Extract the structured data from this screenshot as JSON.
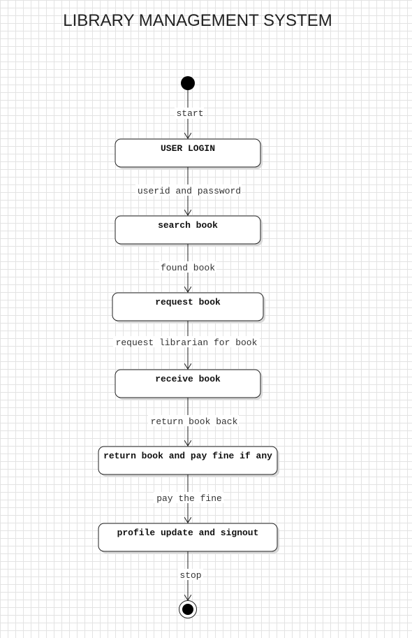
{
  "diagram": {
    "title": "LIBRARY MANAGEMENT SYSTEM",
    "states": [
      {
        "label": "USER LOGIN"
      },
      {
        "label": "search book"
      },
      {
        "label": "request book"
      },
      {
        "label": "receive book"
      },
      {
        "label": "return book and pay fine if any"
      },
      {
        "label": "profile update and signout"
      }
    ],
    "transitions": [
      {
        "label": "start"
      },
      {
        "label": "userid and password"
      },
      {
        "label": "found book"
      },
      {
        "label": "request librarian for book"
      },
      {
        "label": "return book back"
      },
      {
        "label": "pay the fine"
      },
      {
        "label": "stop"
      }
    ],
    "colors": {
      "stroke": "#222222",
      "fill": "#ffffff",
      "grid": "#e3e3e3"
    }
  }
}
